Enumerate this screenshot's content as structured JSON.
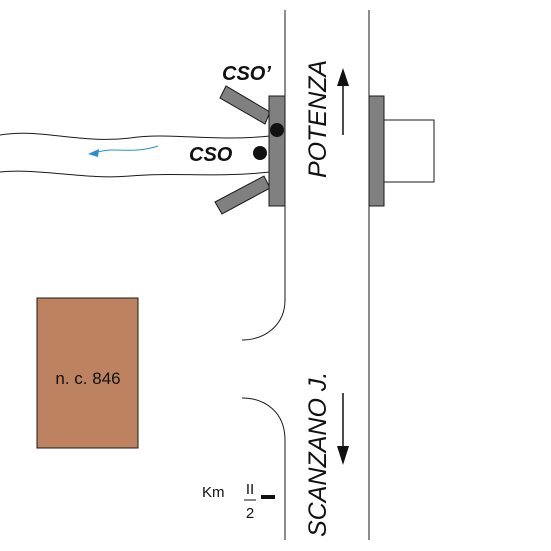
{
  "labels": {
    "cso_prime": "CSO’",
    "cso": "CSO",
    "direction_north": "POTENZA",
    "direction_south": "SCANZANO J.",
    "building": "n. c. 846",
    "km_prefix": "Km",
    "km_numerator": "II",
    "km_denominator": "2"
  },
  "colors": {
    "building_fill": "#bd8260",
    "pier_fill": "#808080",
    "flow_arrow": "#2a8fd0",
    "ink": "#1a1a1a"
  }
}
